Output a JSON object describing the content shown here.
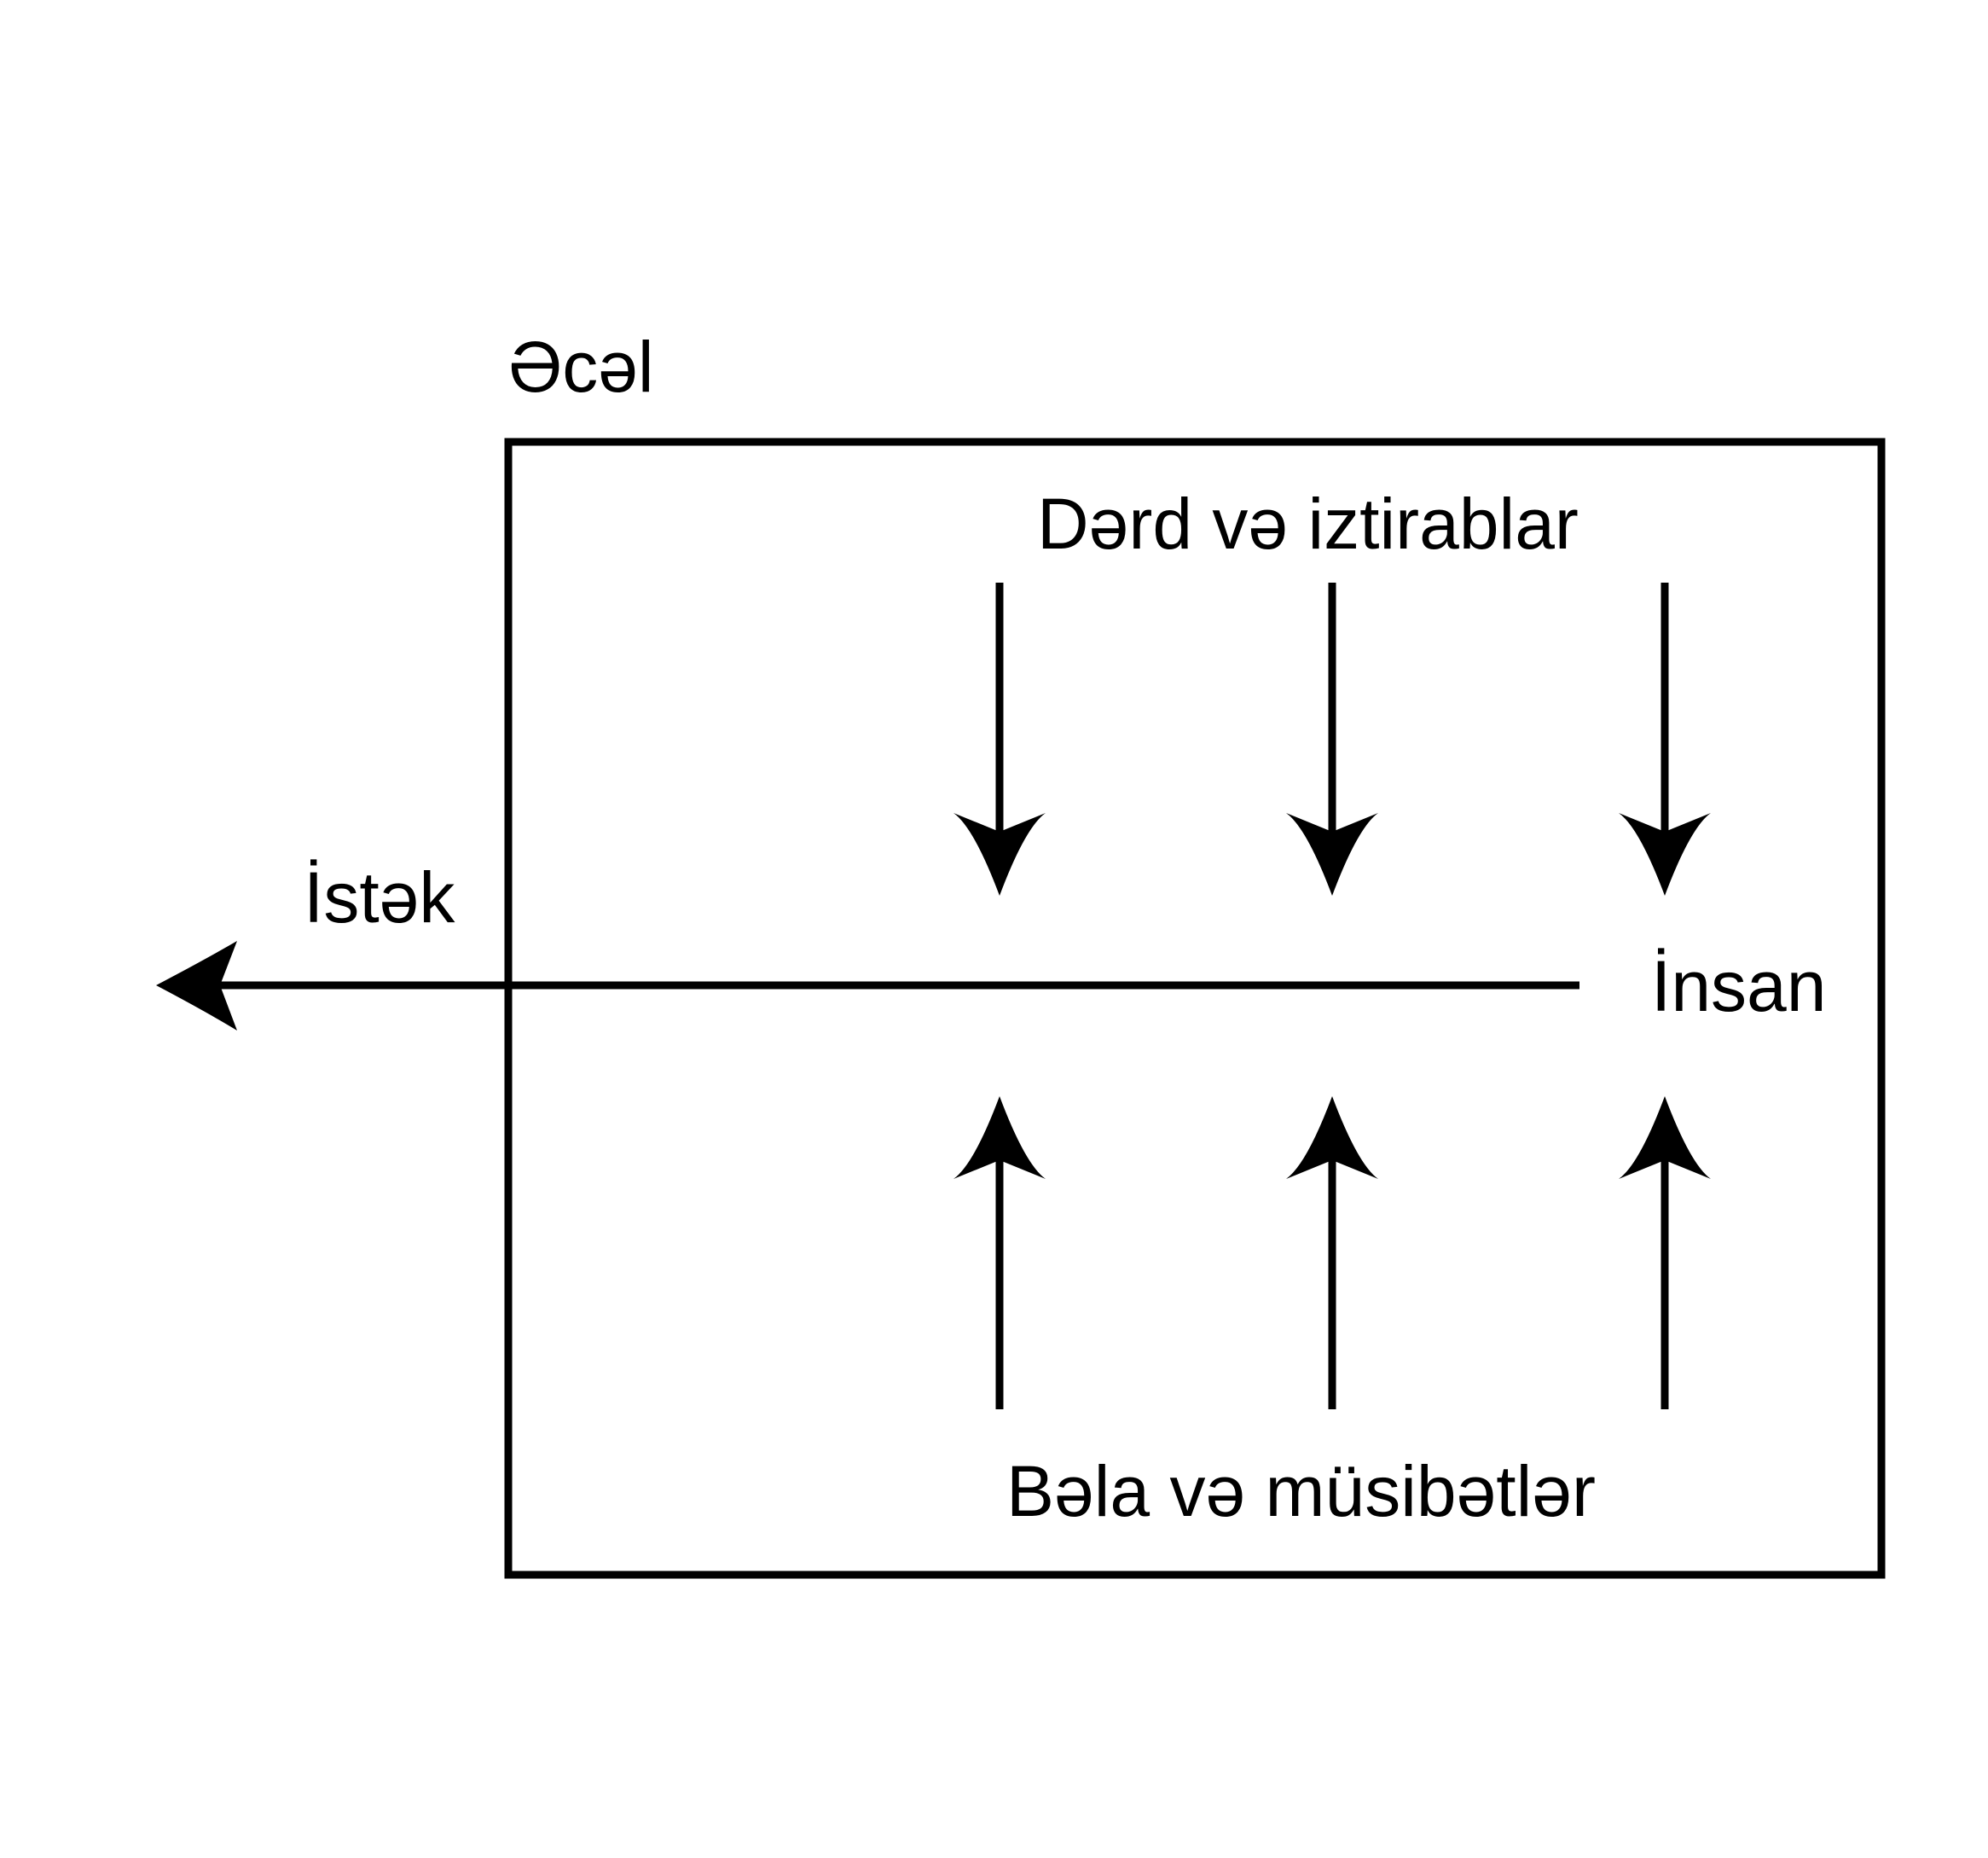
{
  "diagram": {
    "frame_label": "Əcəl",
    "top_label": "Dərd və iztirablar",
    "bottom_label": "Bəla və müsibətlər",
    "left_label": "İstək",
    "right_label": "İnsan",
    "down_arrow_count": 3,
    "up_arrow_count": 3
  },
  "colors": {
    "stroke": "#000000",
    "background": "#ffffff"
  }
}
